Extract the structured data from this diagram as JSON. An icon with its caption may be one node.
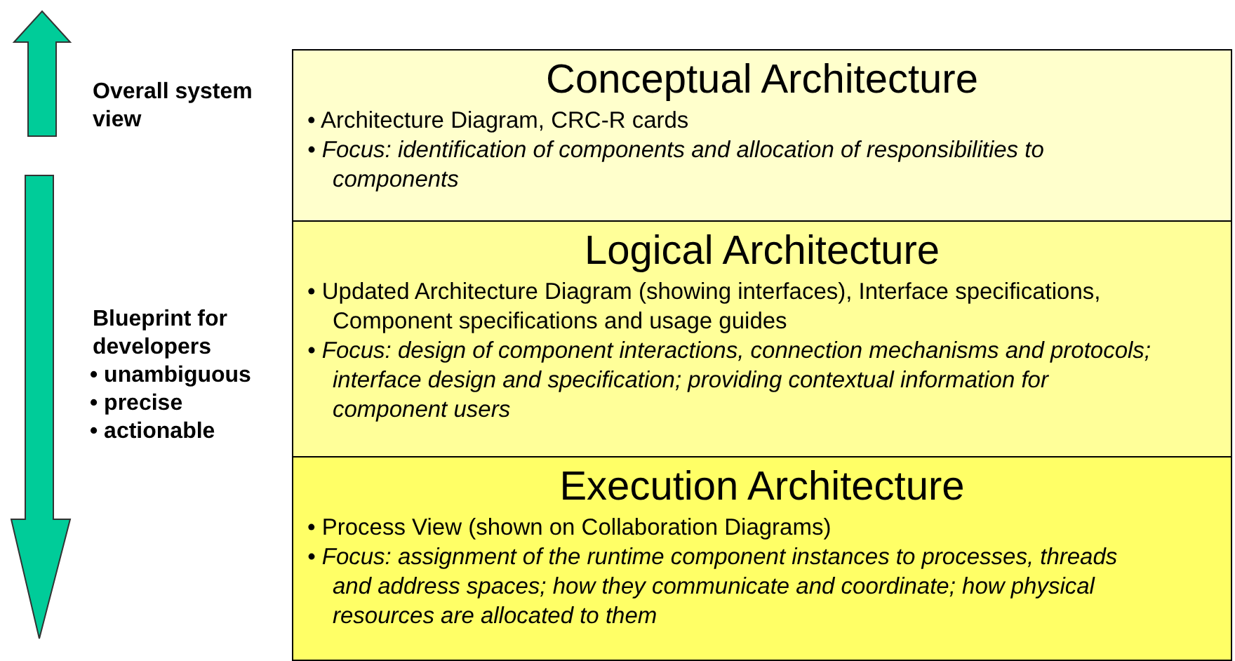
{
  "diagram": {
    "nodes": [
      {
        "text": [
          "Conceptual Architecture",
          "• Architecture Diagram, CRC-R cards",
          "• Focus: identification of components and allocation of responsibilities to components"
        ]
      },
      {
        "text": [
          "Logical Architecture",
          "• Updated Architecture Diagram (showing interfaces), Interface specifications, Component specifications and usage guides",
          "• Focus: design of component interactions, connection mechanisms and protocols; interface design and specification; providing contextual information for component users"
        ]
      },
      {
        "text": [
          "Execution Architecture",
          "• Process View (shown on Collaboration Diagrams)",
          "• Focus: assignment of the runtime component instances to processes, threads and address spaces; how they communicate and coordinate; how physical resources are allocated to them"
        ]
      }
    ],
    "labels": [
      "Overall system view",
      "Blueprint for developers",
      "• unambiguous",
      "• precise",
      "• actionable"
    ]
  }
}
